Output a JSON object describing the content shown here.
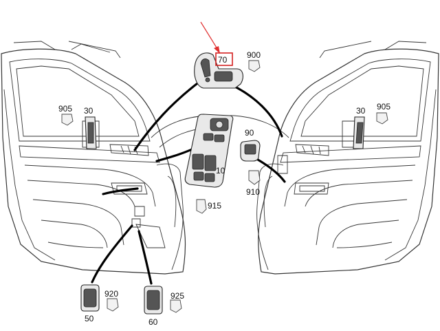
{
  "diagram": {
    "callouts": {
      "p70": "70",
      "p900": "900",
      "p905_left": "905",
      "p30_left": "30",
      "p30_right": "30",
      "p905_right": "905",
      "p90": "90",
      "p10": "10",
      "p910": "910",
      "p915": "915",
      "p920": "920",
      "p50": "50",
      "p925": "925",
      "p60": "60"
    },
    "highlight": {
      "target": "70",
      "box_color": "#d42020",
      "arrow_color": "#e03030"
    }
  }
}
